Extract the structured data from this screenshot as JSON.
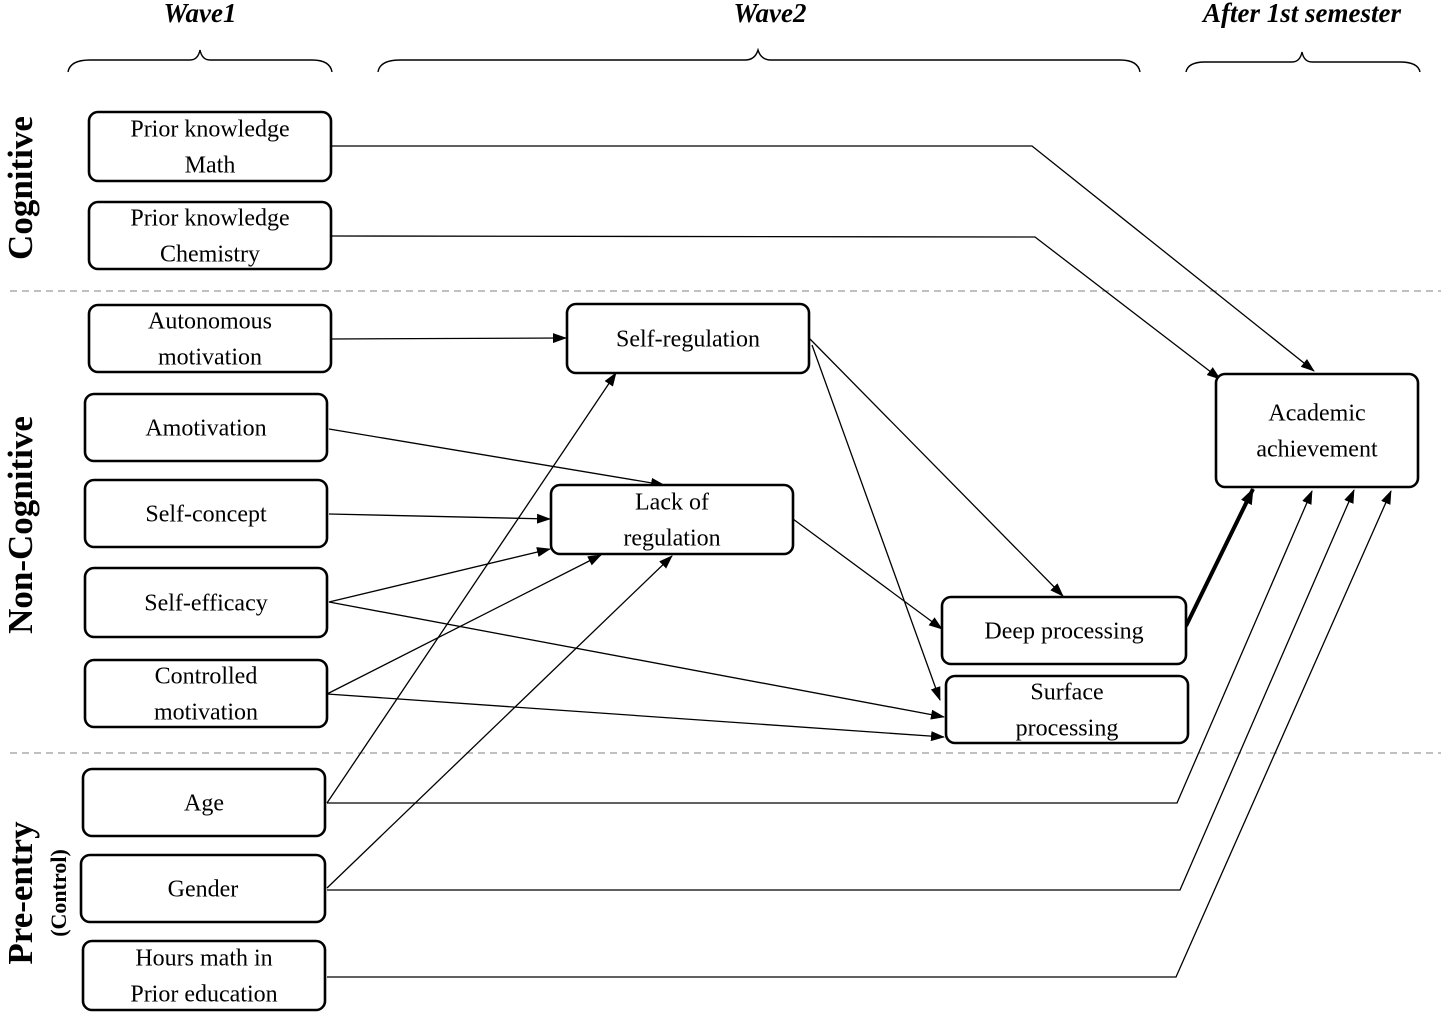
{
  "headers": {
    "wave1": "Wave1",
    "wave2": "Wave2",
    "after": "After 1st semester"
  },
  "sections": {
    "cognitive": "Cognitive",
    "non_cognitive": "Non-Cognitive",
    "pre_entry": "Pre-entry",
    "pre_entry_sub": "(Control)"
  },
  "nodes": {
    "prior_math": [
      "Prior knowledge",
      "Math"
    ],
    "prior_chem": [
      "Prior knowledge",
      "Chemistry"
    ],
    "autonomous": [
      "Autonomous",
      "motivation"
    ],
    "amotivation": [
      "Amotivation"
    ],
    "self_concept": [
      "Self-concept"
    ],
    "self_efficacy": [
      "Self-efficacy"
    ],
    "controlled": [
      "Controlled",
      "motivation"
    ],
    "age": [
      "Age"
    ],
    "gender": [
      "Gender"
    ],
    "hours_math": [
      "Hours math in",
      "Prior education"
    ],
    "self_regulation": [
      "Self-regulation"
    ],
    "lack_regulation": [
      "Lack of",
      "regulation"
    ],
    "deep": [
      "Deep processing"
    ],
    "surface": [
      "Surface",
      "processing"
    ],
    "achievement": [
      "Academic",
      "achievement"
    ]
  }
}
